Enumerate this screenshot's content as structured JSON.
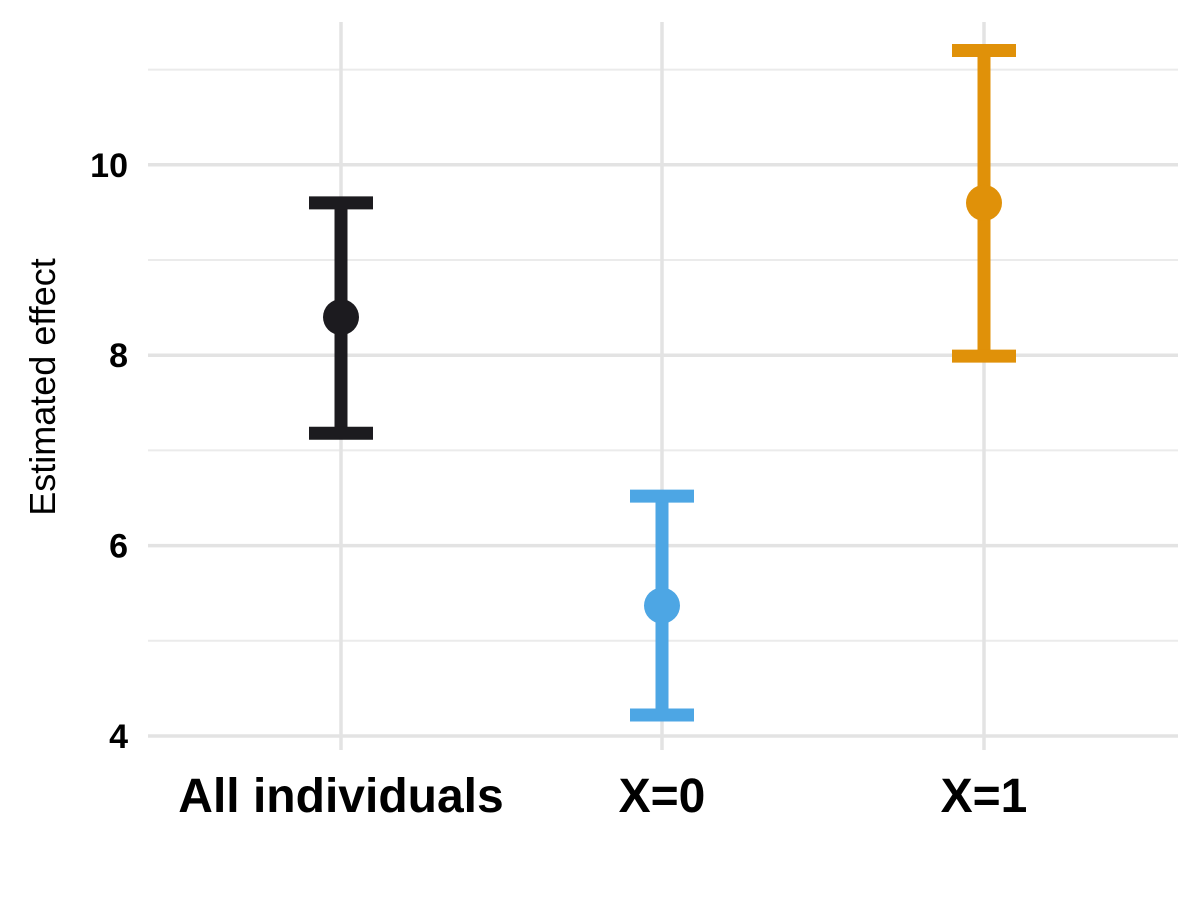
{
  "chart_data": {
    "type": "errorbar",
    "title": "",
    "xlabel": "",
    "ylabel": "Estimated effect",
    "categories": [
      "All individuals",
      "X=0",
      "X=1"
    ],
    "estimates": [
      8.4,
      5.37,
      9.6
    ],
    "lower": [
      7.18,
      4.22,
      7.99
    ],
    "upper": [
      9.6,
      6.52,
      11.2
    ],
    "colors": [
      "#1c1b1f",
      "#4da6e4",
      "#e09109"
    ],
    "ylim": [
      4,
      11.5
    ],
    "yticks": [
      4,
      6,
      8,
      10
    ],
    "grid": true,
    "legend": "none"
  }
}
